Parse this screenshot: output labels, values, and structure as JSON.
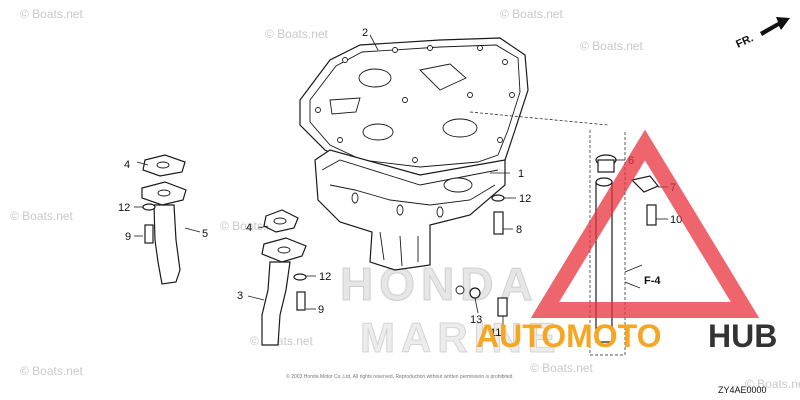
{
  "watermark_text": "© Boats.net",
  "direction_label": "FR.",
  "callouts": {
    "n1": "1",
    "n2": "2",
    "n3": "3",
    "n4a": "4",
    "n4b": "4",
    "n5": "5",
    "n6": "6",
    "n7": "7",
    "n8": "8",
    "n9a": "9",
    "n9b": "9",
    "n10": "10",
    "n11": "11",
    "n12a": "12",
    "n12b": "12",
    "n12c": "12",
    "n13": "13"
  },
  "section_ref": "F-4",
  "diagram_code": "ZY4AE0000",
  "overlay_logo": {
    "word_a": "AUTOMOTO",
    "word_b": "HUB",
    "color_a": "#f5a623",
    "color_b": "#333333",
    "triangle_color": "#e8323c"
  },
  "honda_watermark": {
    "line1": "HONDA",
    "line2": "MARINE"
  },
  "fine_print": "© 2003 Honda Motor Co.,Ltd. All rights reserved. Reproduction without written permission is prohibited."
}
